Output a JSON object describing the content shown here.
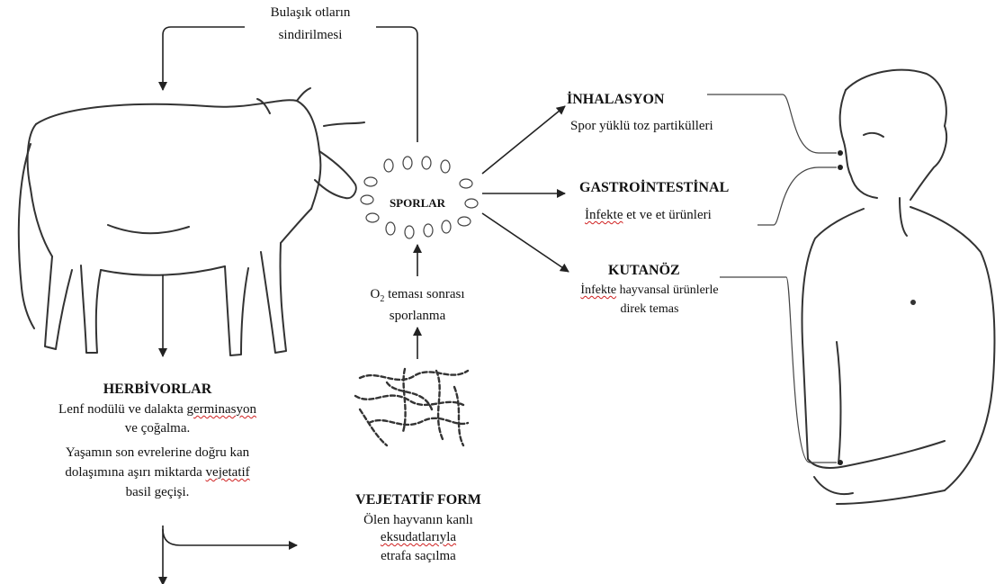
{
  "top": {
    "line1": "Bulaşık otların",
    "line2": "sindirilmesi"
  },
  "spores": {
    "label": "SPORLAR"
  },
  "oxygen": {
    "prefix": "O",
    "sub": "2",
    "rest": " teması sonrası",
    "line2": "sporlanma"
  },
  "herbivores": {
    "title": "HERBİVORLAR",
    "l1a": "Lenf nodülü ve dalakta ",
    "l1b": "germinasyon",
    "l2": "ve çoğalma.",
    "l3": "Yaşamın son evrelerine doğru kan",
    "l4a": "dolaşımına aşırı miktarda ",
    "l4b": "vejetatif",
    "l5": "basil geçişi."
  },
  "vegetative": {
    "title": "VEJETATİF FORM",
    "l1": "Ölen hayvanın kanlı",
    "l2": "eksudatlarıyla",
    "l3": "etrafa saçılma"
  },
  "inhalation": {
    "title": "İNHALASYON",
    "desc": "Spor yüklü toz partikülleri"
  },
  "gastro": {
    "title": "GASTROİNTESTİNAL",
    "desc_a": "İnfekte",
    "desc_b": " et ve et ürünleri"
  },
  "cutaneous": {
    "title": "KUTANÖZ",
    "desc_a": "İnfekte",
    "desc_b": " hayvansal ürünlerle",
    "desc2": "direk temas"
  }
}
